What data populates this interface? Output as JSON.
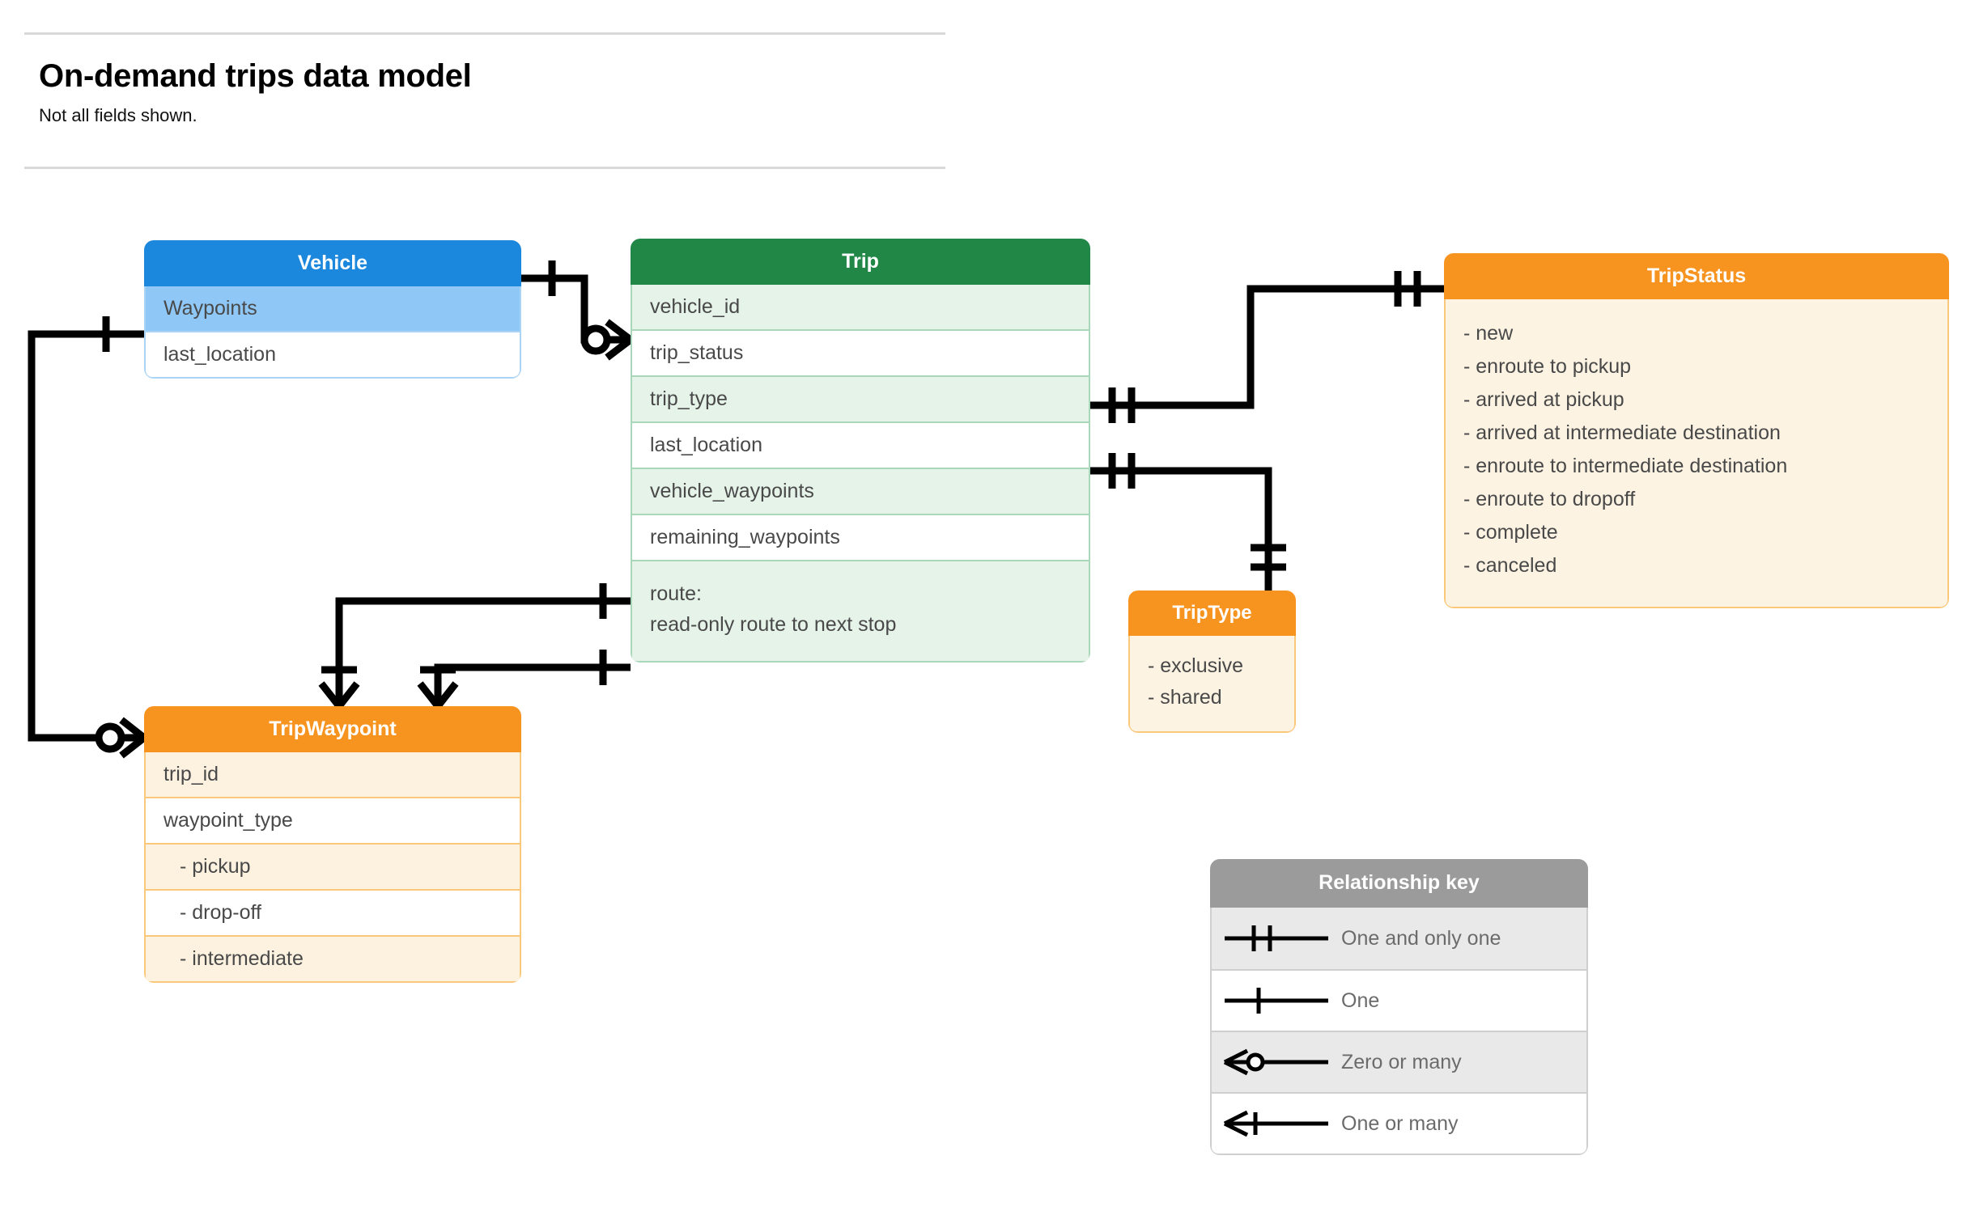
{
  "header": {
    "title": "On-demand trips data model",
    "subtitle": "Not all fields shown."
  },
  "entities": [
    {
      "id": "vehicle",
      "name": "Vehicle",
      "color": "#1b87dd",
      "fields": [
        {
          "label": "Waypoints"
        },
        {
          "label": "last_location"
        }
      ]
    },
    {
      "id": "trip",
      "name": "Trip",
      "color": "#218747",
      "fields": [
        {
          "label": "vehicle_id"
        },
        {
          "label": "trip_status"
        },
        {
          "label": "trip_type"
        },
        {
          "label": "last_location"
        },
        {
          "label": "vehicle_waypoints"
        },
        {
          "label": "remaining_waypoints"
        },
        {
          "label": "route:",
          "label2": "read-only route to next stop"
        }
      ]
    },
    {
      "id": "tripwaypoint",
      "name": "TripWaypoint",
      "color": "#f79420",
      "fields": [
        {
          "label": "trip_id"
        },
        {
          "label": "waypoint_type"
        },
        {
          "label": "-  pickup"
        },
        {
          "label": "-  drop-off"
        },
        {
          "label": "-  intermediate"
        }
      ]
    },
    {
      "id": "tripstatus",
      "name": "TripStatus",
      "color": "#f79420",
      "values": [
        "- new",
        "- enroute to pickup",
        "- arrived at pickup",
        "- arrived at intermediate destination",
        "- enroute to intermediate destination",
        "- enroute to dropoff",
        "- complete",
        "- canceled"
      ]
    },
    {
      "id": "triptype",
      "name": "TripType",
      "color": "#f79420",
      "values": [
        "- exclusive",
        "- shared"
      ]
    }
  ],
  "relationship_key": {
    "title": "Relationship key",
    "rows": [
      {
        "symbol": "one-and-only-one",
        "label": "One and only one"
      },
      {
        "symbol": "one",
        "label": "One"
      },
      {
        "symbol": "zero-or-many",
        "label": "Zero or many"
      },
      {
        "symbol": "one-or-many",
        "label": "One or many"
      }
    ]
  },
  "relationships": [
    {
      "from": "Vehicle",
      "from_cardinality": "one",
      "to": "Trip.vehicle_id",
      "to_cardinality": "zero-or-many"
    },
    {
      "from": "Vehicle.Waypoints",
      "from_cardinality": "one",
      "to": "TripWaypoint",
      "to_cardinality": "zero-or-many"
    },
    {
      "from": "Trip.trip_status",
      "from_cardinality": "one-and-only-one",
      "to": "TripStatus",
      "to_cardinality": "one-and-only-one"
    },
    {
      "from": "Trip.trip_type",
      "from_cardinality": "one-and-only-one",
      "to": "TripType",
      "to_cardinality": "one-and-only-one"
    },
    {
      "from": "Trip.vehicle_waypoints",
      "from_cardinality": "one",
      "to": "TripWaypoint",
      "to_cardinality": "one-or-many"
    },
    {
      "from": "Trip.remaining_waypoints",
      "from_cardinality": "one",
      "to": "TripWaypoint",
      "to_cardinality": "one-or-many"
    }
  ],
  "colors": {
    "blue": "#1b87dd",
    "blue_light": "#8fc8f7",
    "green": "#218747",
    "green_light": "#e5f3e9",
    "orange": "#f79420",
    "orange_light": "#fdf3e3",
    "gray": "#9b9b9b",
    "text": "#494949",
    "line": "#000000"
  }
}
